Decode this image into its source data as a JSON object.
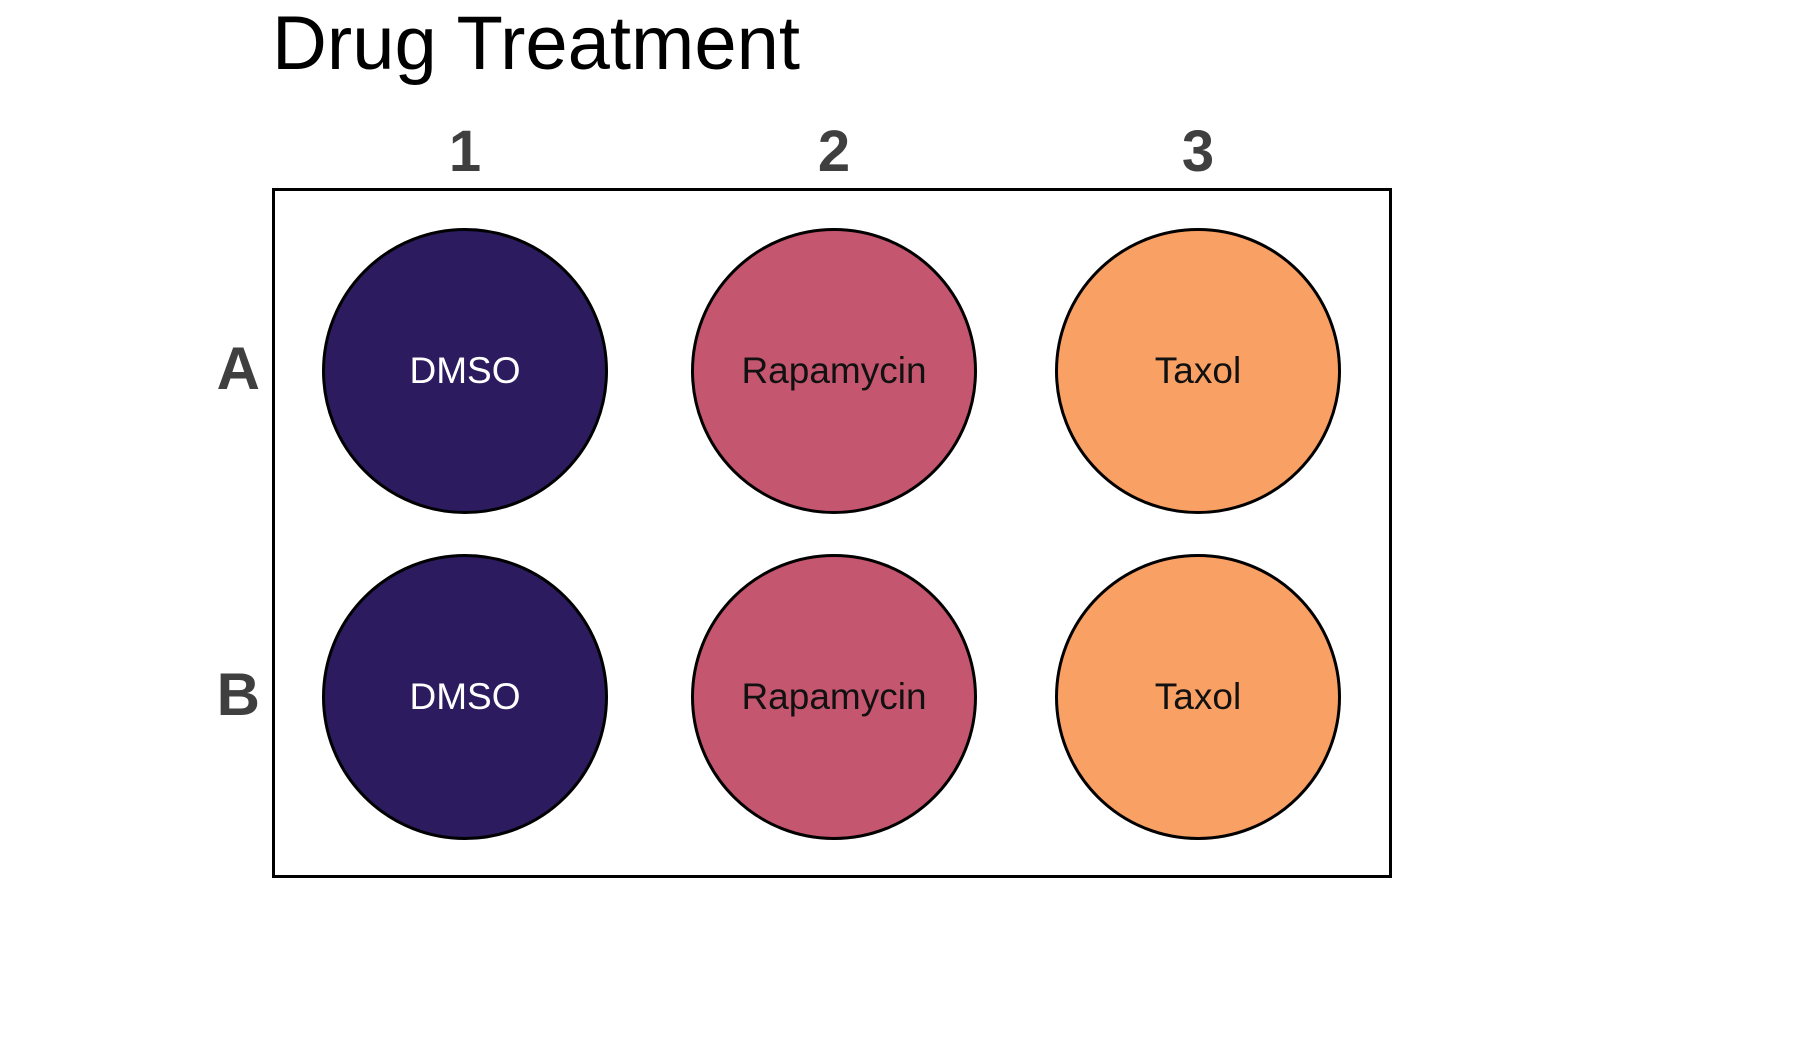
{
  "title": "Drug Treatment",
  "plate": {
    "column_labels": [
      "1",
      "2",
      "3"
    ],
    "row_labels": [
      "A",
      "B"
    ],
    "wells": [
      {
        "id": "A1",
        "row": "A",
        "col": "1",
        "label": "DMSO",
        "color": "#2d1b60",
        "text_color": "#ffffff"
      },
      {
        "id": "A2",
        "row": "A",
        "col": "2",
        "label": "Rapamycin",
        "color": "#c5566f",
        "text_color": "#111111"
      },
      {
        "id": "A3",
        "row": "A",
        "col": "3",
        "label": "Taxol",
        "color": "#f9a065",
        "text_color": "#111111"
      },
      {
        "id": "B1",
        "row": "B",
        "col": "1",
        "label": "DMSO",
        "color": "#2d1b60",
        "text_color": "#ffffff"
      },
      {
        "id": "B2",
        "row": "B",
        "col": "2",
        "label": "Rapamycin",
        "color": "#c5566f",
        "text_color": "#111111"
      },
      {
        "id": "B3",
        "row": "B",
        "col": "3",
        "label": "Taxol",
        "color": "#f9a065",
        "text_color": "#111111"
      }
    ]
  },
  "colors": {
    "outline": "#000000",
    "label_gray": "#3f3f3f",
    "background": "#ffffff"
  }
}
